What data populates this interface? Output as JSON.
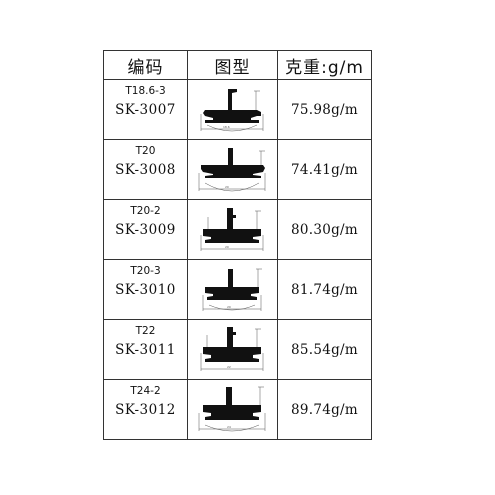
{
  "header": {
    "code": "编码",
    "figure": "图型",
    "weight": "克重:g/m"
  },
  "rows": [
    {
      "t_code": "T18.6-3",
      "sk_code": "SK-3007",
      "weight": "75.98g/m"
    },
    {
      "t_code": "T20",
      "sk_code": "SK-3008",
      "weight": "74.41g/m"
    },
    {
      "t_code": "T20-2",
      "sk_code": "SK-3009",
      "weight": "80.30g/m"
    },
    {
      "t_code": "T20-3",
      "sk_code": "SK-3010",
      "weight": "81.74g/m"
    },
    {
      "t_code": "T22",
      "sk_code": "SK-3011",
      "weight": "85.54g/m"
    },
    {
      "t_code": "T24-2",
      "sk_code": "SK-3012",
      "weight": "89.74g/m"
    }
  ],
  "colors": {
    "border": "#333333",
    "profile": "#111111",
    "dimension": "#555555"
  }
}
